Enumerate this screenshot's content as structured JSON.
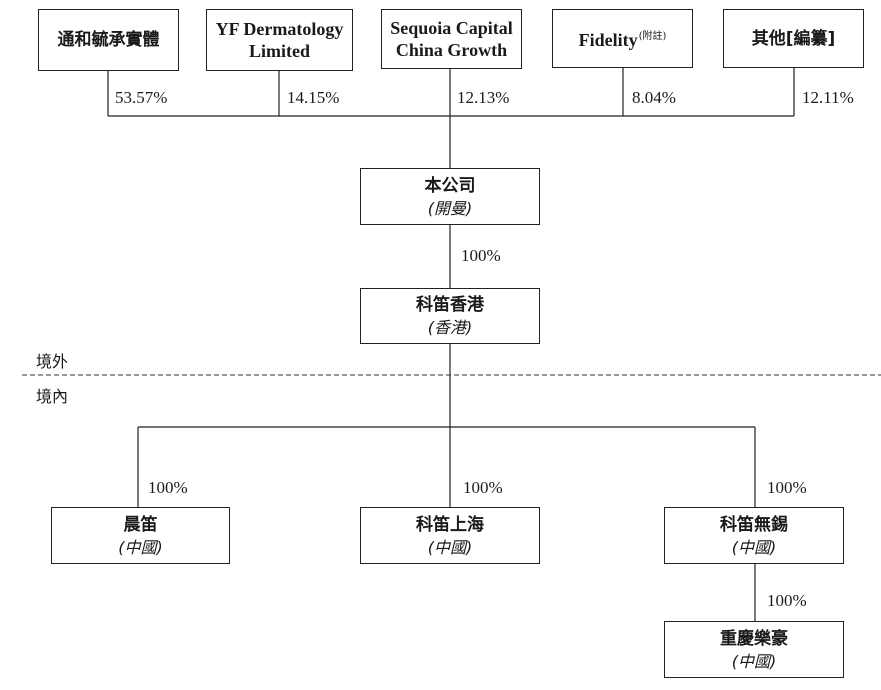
{
  "shareholders": [
    {
      "id": "s1",
      "name": "通和毓承實體",
      "pct": "53.57%"
    },
    {
      "id": "s2",
      "name_line1": "YF Dermatology",
      "name_line2": "Limited",
      "pct": "14.15%"
    },
    {
      "id": "s3",
      "name_line1": "Sequoia Capital",
      "name_line2": "China Growth",
      "pct": "12.13%"
    },
    {
      "id": "s4",
      "name": "Fidelity",
      "note": "(附註)",
      "pct": "8.04%"
    },
    {
      "id": "s5",
      "name": "其他[編纂]",
      "pct": "12.11%"
    }
  ],
  "company": {
    "name": "本公司",
    "sub": "(開曼)"
  },
  "company_to_hk_pct": "100%",
  "hk": {
    "name": "科笛香港",
    "sub": "(香港)"
  },
  "region": {
    "offshore": "境外",
    "onshore": "境內"
  },
  "subsidiaries": [
    {
      "name": "晨笛",
      "sub": "(中國)",
      "pct": "100%"
    },
    {
      "name": "科笛上海",
      "sub": "(中國)",
      "pct": "100%"
    },
    {
      "name": "科笛無錫",
      "sub": "(中國)",
      "pct": "100%"
    }
  ],
  "sub_subsidiary": {
    "name": "重慶樂豪",
    "sub": "(中國)",
    "pct": "100%"
  }
}
